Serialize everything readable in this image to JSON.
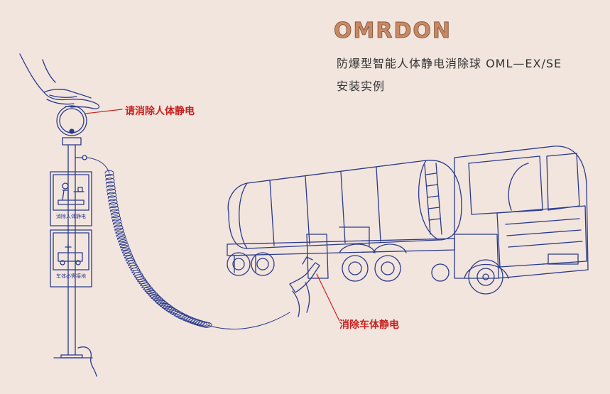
{
  "brand": {
    "logo_text": "OMRDON"
  },
  "header": {
    "title": "防爆型智能人体静电消除球 OML—EX/SE",
    "subtitle": "安装实例"
  },
  "callouts": {
    "body_static": "请消除人体静电",
    "truck_static": "消除车体静电"
  },
  "signs": {
    "upper": "消除人体静电",
    "lower": "车体必需接地"
  },
  "colors": {
    "background": "#f2e5de",
    "line_art": "#2a3a8c",
    "callout_red": "#c8211f",
    "logo_fill": "#c98a63"
  }
}
